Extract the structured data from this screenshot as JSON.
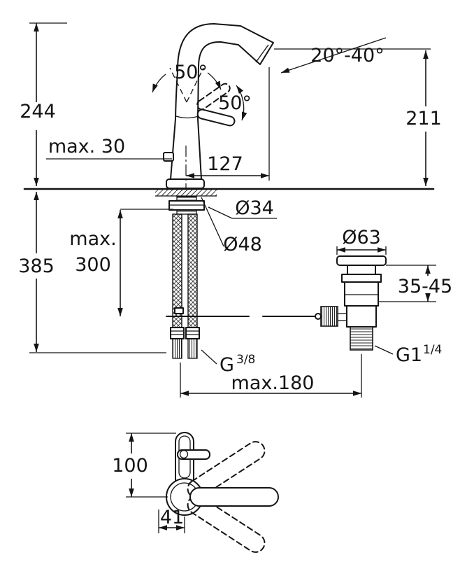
{
  "page": {
    "background": "#ffffff",
    "line_color": "#141414"
  },
  "drawing": {
    "type": "technical-dimension-drawing",
    "side_view": {
      "height_above_deck": "244",
      "max_deck_thickness": "max. 30",
      "swivel_angle": "50°",
      "handle_angle": "50°",
      "spout_angle_range": "20°-40°",
      "spout_outlet_height": "211",
      "spout_reach": "127",
      "hole_diameter": "Ø34",
      "hose_length_label": "max.",
      "hose_length_value": "300",
      "height_below_deck": "385",
      "base_diameter": "Ø48"
    },
    "waste_view": {
      "flange_diameter": "Ø63",
      "deck_thickness_range": "35-45",
      "waste_thread_base": "G1",
      "waste_thread_fraction": "1/4",
      "supply_thread_base": "G",
      "supply_thread_fraction": "3/8",
      "max_center_distance": "max.180"
    },
    "front_view": {
      "lever_height": "100",
      "lever_offset": "41"
    }
  }
}
